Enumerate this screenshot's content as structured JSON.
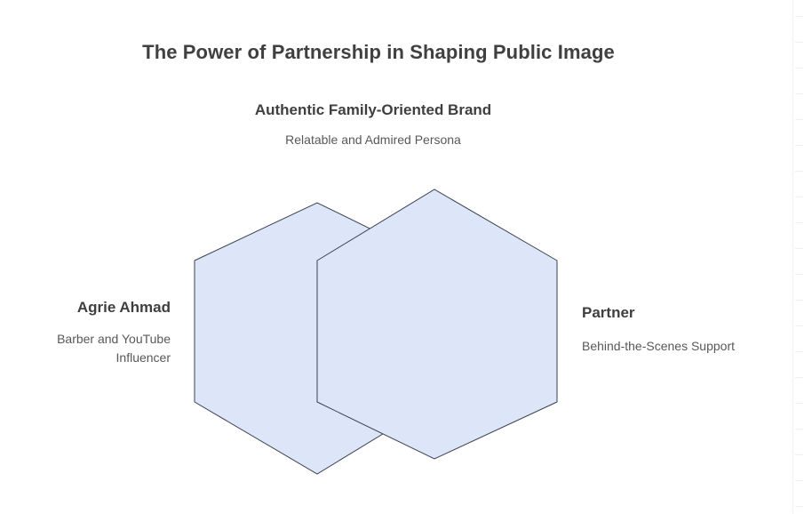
{
  "chart_data": {
    "type": "diagram",
    "diagram_type": "venn",
    "title": "The Power of Partnership in Shaping Public Image",
    "shape": "hexagon",
    "fill_color": "#dce6f8",
    "stroke_color": "#3d4250",
    "sets": [
      {
        "id": "left",
        "label": "Agrie Ahmad",
        "description": "Barber and YouTube Influencer",
        "label_position": "left"
      },
      {
        "id": "right",
        "label": "Partner",
        "description": "Behind-the-Scenes Support",
        "label_position": "right"
      }
    ],
    "intersection": {
      "id": "overlap",
      "label": "Authentic Family-Oriented Brand",
      "description": "Relatable and Admired Persona",
      "label_position": "top"
    }
  },
  "title": {
    "text": "The Power of Partnership in Shaping Public Image"
  },
  "labels": {
    "top": {
      "title": "Authentic Family-Oriented Brand",
      "subtitle": "Relatable and Admired Persona"
    },
    "left": {
      "title": "Agrie Ahmad",
      "subtitle": "Barber and YouTube Influencer"
    },
    "right": {
      "title": "Partner",
      "subtitle": "Behind-the-Scenes Support"
    }
  },
  "colors": {
    "shape_fill": "#dce6f8",
    "shape_stroke": "#3d4250",
    "title_text": "#404040",
    "label_title_text": "#3f3f3f",
    "label_sub_text": "#585858",
    "background": "#ffffff"
  }
}
